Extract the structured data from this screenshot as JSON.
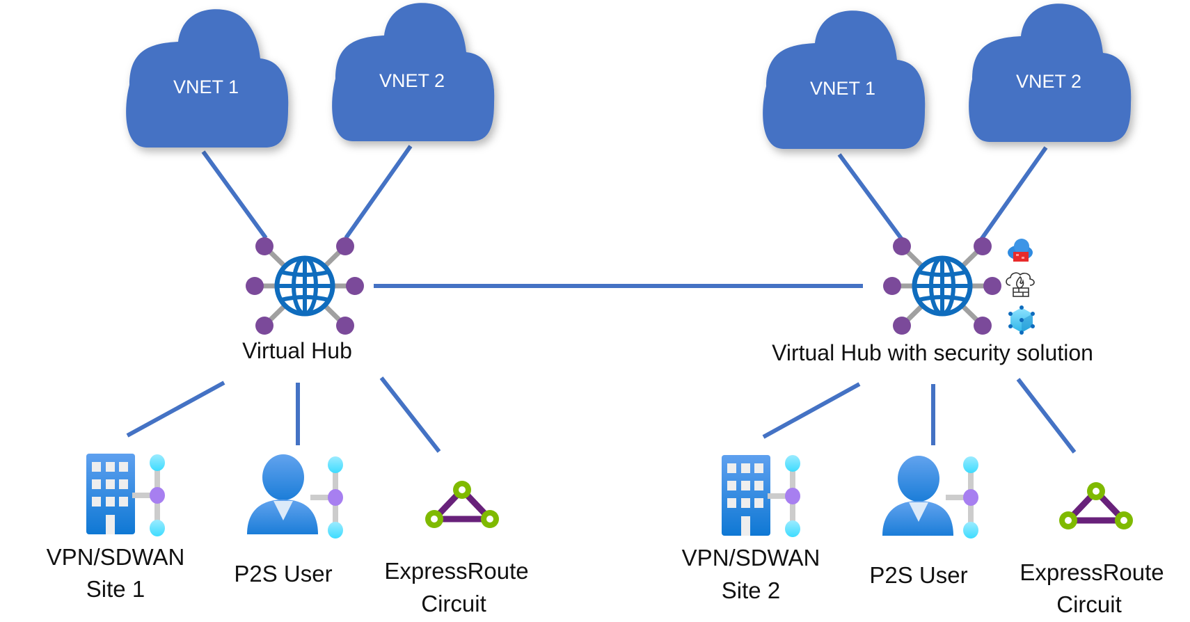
{
  "colors": {
    "cloud": "#4472c4",
    "connector": "#4472c4",
    "hub_globe": "#0f6cbd",
    "hub_node": "#7b4a9a",
    "hub_spoke": "#9e9e9e",
    "branch_node_top": "#50e6ff",
    "branch_node_mid": "#a77ff0",
    "building": "#1f7fd8",
    "user": "#3d8be3",
    "expressroute_line": "#68217a",
    "expressroute_node": "#7fba00"
  },
  "left": {
    "vnets": [
      {
        "label": "VNET 1"
      },
      {
        "label": "VNET 2"
      }
    ],
    "hub": {
      "label": "Virtual Hub",
      "icon": "globe-icon"
    },
    "branches": [
      {
        "label_line1": "VPN/SDWAN",
        "label_line2": "Site 1",
        "icon": "building-icon"
      },
      {
        "label_line1": "P2S User",
        "label_line2": "",
        "icon": "user-icon"
      },
      {
        "label_line1": "ExpressRoute",
        "label_line2": "Circuit",
        "icon": "expressroute-icon"
      }
    ]
  },
  "right": {
    "vnets": [
      {
        "label": "VNET 1"
      },
      {
        "label": "VNET 2"
      }
    ],
    "hub": {
      "label": "Virtual Hub with security solution",
      "icon": "globe-icon"
    },
    "security_icons": [
      "cloud-firewall-icon",
      "firewall-manager-icon",
      "network-virtual-appliance-icon"
    ],
    "branches": [
      {
        "label_line1": "VPN/SDWAN",
        "label_line2": "Site 2",
        "icon": "building-icon"
      },
      {
        "label_line1": "P2S User",
        "label_line2": "",
        "icon": "user-icon"
      },
      {
        "label_line1": "ExpressRoute",
        "label_line2": "Circuit",
        "icon": "expressroute-icon"
      }
    ]
  }
}
